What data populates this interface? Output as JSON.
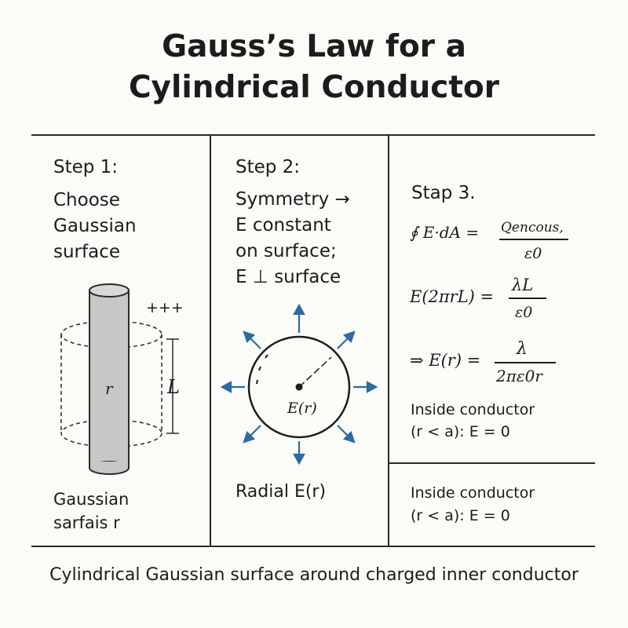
{
  "title": {
    "line1": "Gauss’s Law for a",
    "line2": "Cylindrical Conductor"
  },
  "panel1": {
    "heading": "Step 1:",
    "text": [
      "Choose",
      "Gaussian",
      "surface"
    ],
    "charge_label": "+++",
    "radius_label": "r",
    "length_label": "L",
    "bottom_label": [
      "Gaussian",
      "sarfais r"
    ]
  },
  "panel2": {
    "heading": "Step 2:",
    "text": [
      "Symmetry →",
      "E constant",
      "on surface;",
      "E ⊥ surface"
    ],
    "field_label": "E(r)",
    "bottom_label": "Radial E(r)"
  },
  "panel3": {
    "heading": "Stap 3.",
    "eq1_left": "∮ E·dA =",
    "eq1_num": "Qencous,",
    "eq1_den": "ε0",
    "eq2_left": "E(2πrL) =",
    "eq2_num": "λL",
    "eq2_den": "ε0",
    "eq3_left": "⇒  E(r) =",
    "eq3_num": "λ",
    "eq3_den": "2πε0r",
    "note1": [
      "Inside conductor",
      "(r < a): E = 0"
    ],
    "note2": [
      "Inside conductor",
      "(r < a): E = 0"
    ]
  },
  "caption": "Cylindrical Gaussian surface around charged inner conductor",
  "colors": {
    "arrow": "#2e6aa3",
    "rod": "#c7c7c7",
    "line": "#2a2a2a"
  }
}
